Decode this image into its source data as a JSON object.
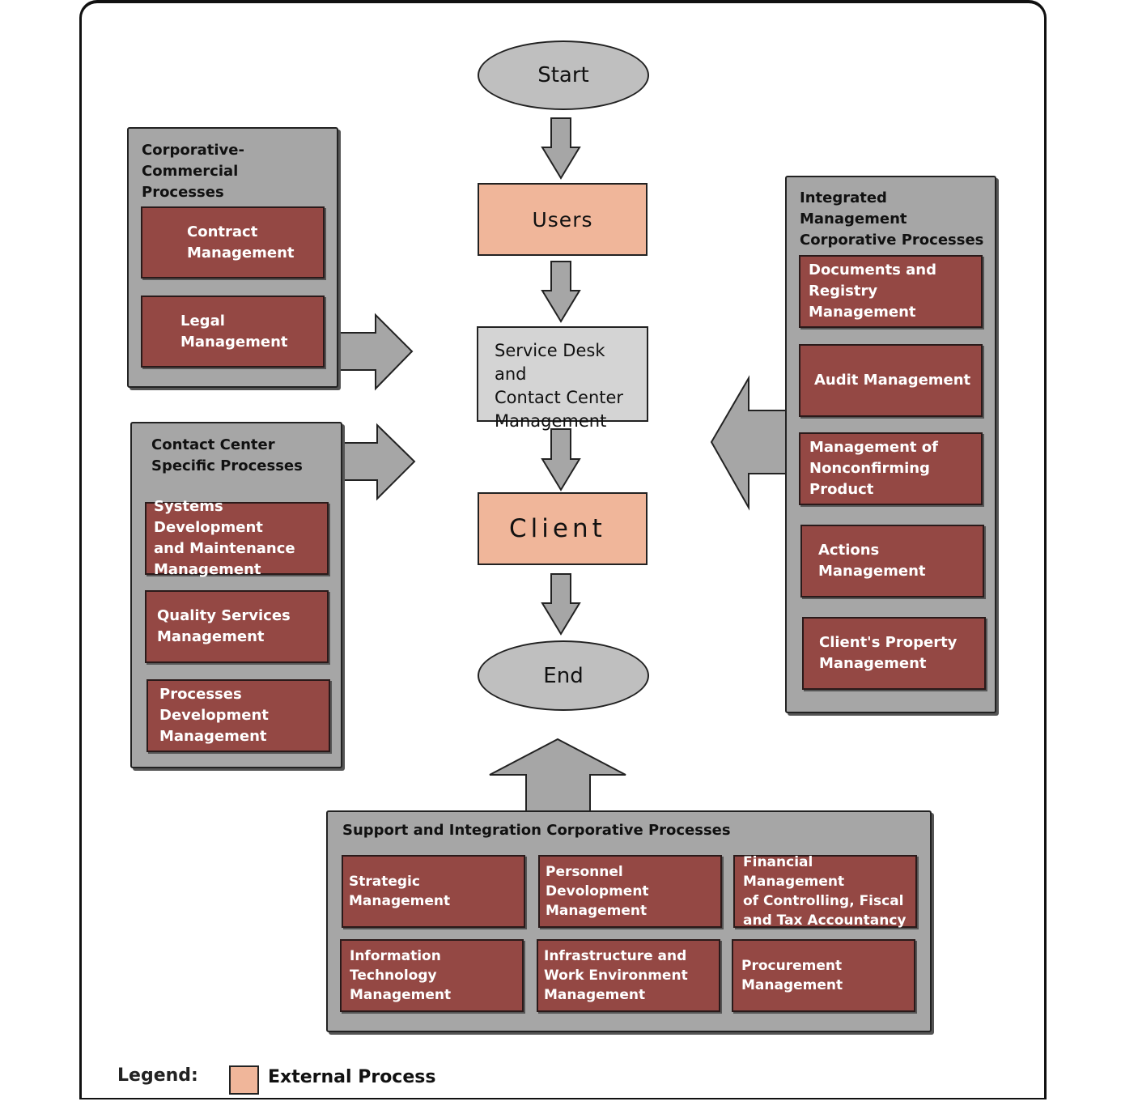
{
  "flow": {
    "start": "Start",
    "users": "Users",
    "service_desk": "Service Desk and\nContact Center\nManagement",
    "client": "Client",
    "end": "End"
  },
  "groups": {
    "corporative_commercial": {
      "title": "Corporative-Commercial\nProcesses",
      "items": [
        "Contract\nManagement",
        "Legal\nManagement"
      ]
    },
    "contact_center": {
      "title": "Contact Center\nSpecific Processes",
      "items": [
        "Systems Development\nand Maintenance\nManagement",
        "Quality Services\nManagement",
        "Processes\nDevelopment\nManagement"
      ]
    },
    "integrated_management": {
      "title": "Integrated Management\nCorporative Processes",
      "items": [
        "Documents and\nRegistry Management",
        "Audit Management",
        "Management of\nNonconfirming\nProduct",
        "Actions\nManagement",
        "Client's Property\nManagement"
      ]
    },
    "support_integration": {
      "title": "Support and Integration Corporative Processes",
      "items": [
        "Strategic\nManagement",
        "Personnel Devolopment\nManagement",
        "Financial Management\nof Controlling, Fiscal\nand Tax Accountancy",
        "Information Technology\nManagement",
        "Infrastructure and\nWork Environment\nManagement",
        "Procurement\nManagement"
      ]
    }
  },
  "legend": {
    "label": "Legend:",
    "external_process": "External Process"
  },
  "colors": {
    "external": "#f0b69a",
    "process": "#944844",
    "group": "#a6a6a6",
    "arrow": "#a6a6a6"
  }
}
